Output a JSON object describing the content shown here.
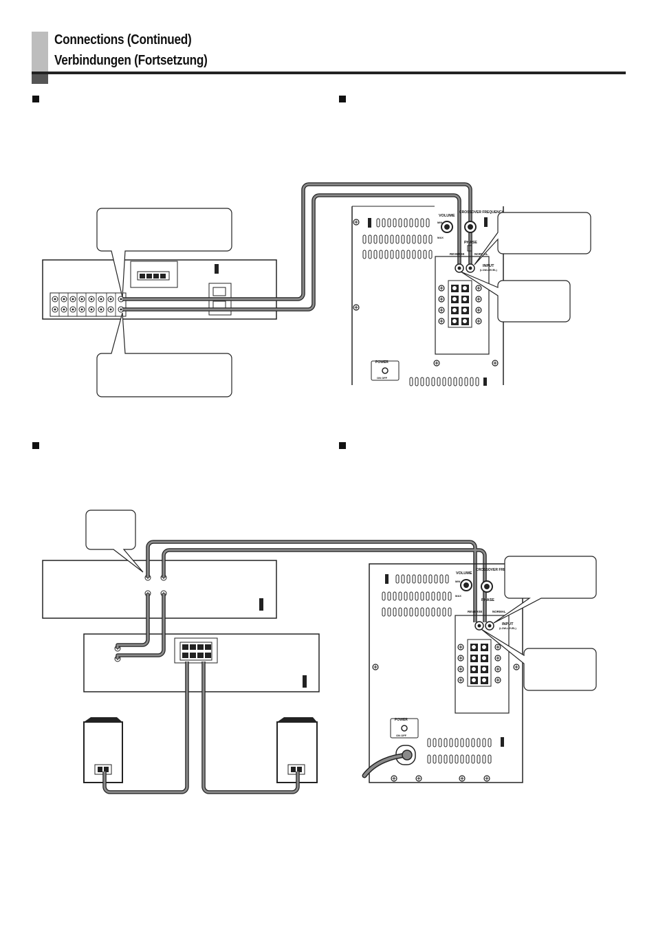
{
  "header": {
    "title_en": "Connections (Continued)",
    "title_de": "Verbindungen (Fortsetzung)"
  },
  "panel_labels": {
    "volume": "VOLUME",
    "min": "MIN",
    "max": "MAX",
    "crossover_frequency": "CROSSOVER FREQUENCY",
    "phase": "PHASE",
    "reverse": "REVERSE",
    "normal": "NORMAL",
    "input": "INPUT",
    "low_level": "(LOW-LEVEL)",
    "power": "POWER",
    "on_off": "ON  OFF"
  },
  "colors": {
    "cable": "#7a7a7a",
    "cable_outline": "#222222",
    "title_bar": "#bdbdbd"
  }
}
